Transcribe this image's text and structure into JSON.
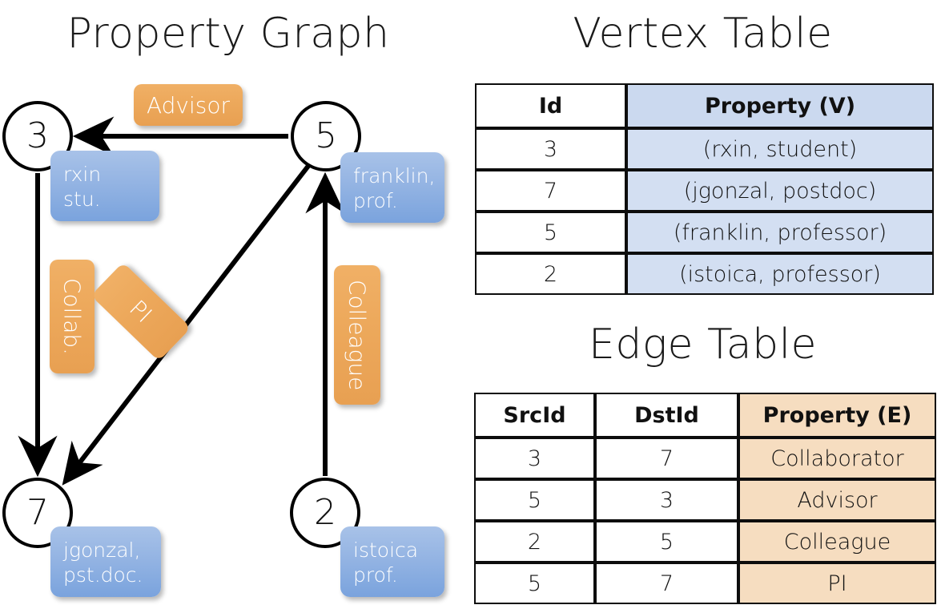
{
  "titles": {
    "property_graph": "Property Graph",
    "vertex_table": "Vertex Table",
    "edge_table": "Edge Table"
  },
  "graph": {
    "nodes": [
      {
        "id": "3",
        "property_line1": "rxin",
        "property_line2": "stu."
      },
      {
        "id": "5",
        "property_line1": "franklin,",
        "property_line2": "prof."
      },
      {
        "id": "7",
        "property_line1": "jgonzal,",
        "property_line2": "pst.doc."
      },
      {
        "id": "2",
        "property_line1": "istoica",
        "property_line2": "prof."
      }
    ],
    "edge_labels": [
      {
        "name": "advisor",
        "text": "Advisor"
      },
      {
        "name": "collab",
        "text": "Collab."
      },
      {
        "name": "pi",
        "text": "PI"
      },
      {
        "name": "colleague",
        "text": "Colleague"
      }
    ],
    "edges": [
      {
        "from": "5",
        "to": "3",
        "label": "Advisor"
      },
      {
        "from": "3",
        "to": "7",
        "label": "Collab."
      },
      {
        "from": "5",
        "to": "7",
        "label": "PI"
      },
      {
        "from": "2",
        "to": "5",
        "label": "Colleague"
      }
    ]
  },
  "vertex_table": {
    "headers": [
      "Id",
      "Property (V)"
    ],
    "rows": [
      {
        "id": "3",
        "property": "(rxin, student)"
      },
      {
        "id": "7",
        "property": "(jgonzal, postdoc)"
      },
      {
        "id": "5",
        "property": "(franklin, professor)"
      },
      {
        "id": "2",
        "property": "(istoica, professor)"
      }
    ]
  },
  "edge_table": {
    "headers": [
      "SrcId",
      "DstId",
      "Property (E)"
    ],
    "rows": [
      {
        "src": "3",
        "dst": "7",
        "property": "Collaborator"
      },
      {
        "src": "5",
        "dst": "3",
        "property": "Advisor"
      },
      {
        "src": "2",
        "dst": "5",
        "property": "Colleague"
      },
      {
        "src": "5",
        "dst": "7",
        "property": "PI"
      }
    ]
  },
  "colors": {
    "vertex_property_fill": "#d3dff2",
    "edge_property_fill": "#f6ddc0",
    "node_property_box": "#7aa3dd",
    "edge_label_box": "#eda95c",
    "stroke": "#000000"
  }
}
